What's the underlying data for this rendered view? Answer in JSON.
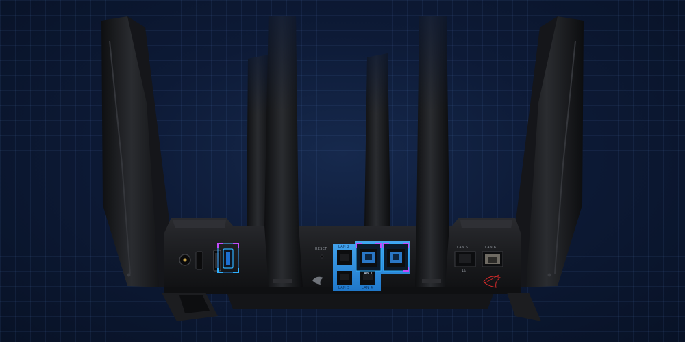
{
  "colors": {
    "background": "#0d1a36",
    "grid_line": "#2a4677",
    "router_body": "#1b1c1f",
    "lan_panel_blue": "#2d8fe0",
    "rgb_accent_blue": "#2fb0ff",
    "rgb_accent_magenta": "#c24bff",
    "rog_logo_red": "#d22a2a"
  },
  "labels": {
    "reset": "RESET",
    "lan_2": "LAN 2",
    "lan_1": "LAN 1",
    "lan_3": "LAN 3",
    "lan_4": "LAN 4",
    "lan_5": "LAN 5",
    "lan_6": "LAN 6",
    "lan_5_speed": "1G"
  }
}
